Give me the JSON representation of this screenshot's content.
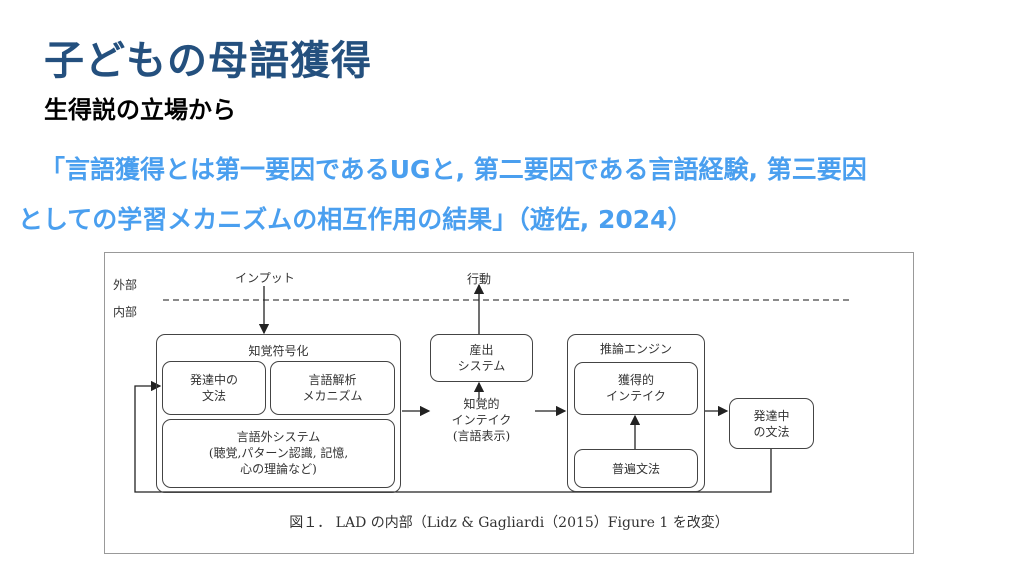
{
  "slide": {
    "title": "子どもの母語獲得",
    "subtitle": "生得説の立場から",
    "quote_line1": "「言語獲得とは第一要因であるUGと, 第二要因である言語経験, 第三要因",
    "quote_line2": "としての学習メカニズムの相互作用の結果」（遊佐, 2024）"
  },
  "diagram": {
    "external_label": "外部",
    "internal_label": "内部",
    "input": "インプット",
    "action": "行動",
    "perceptual_encoding": {
      "title": "知覚符号化",
      "developing_grammar": "発達中の\n文法",
      "parsing": "言語解析\nメカニズム",
      "extralinguistic": "言語外システム\n(聴覚,パターン認識, 記憶,\n心の理論など)"
    },
    "production": "産出\nシステム",
    "perceptual_intake": "知覚的\nインテイク\n(言語表示)",
    "inference_engine": {
      "title": "推論エンジン",
      "acquisitional_intake": "獲得的\nインテイク",
      "ug": "普遍文法"
    },
    "developing_grammar_out": "発達中\nの文法",
    "caption": "図１．  LAD の内部（Lidz & Gagliardi（2015）Figure 1 を改変）"
  }
}
